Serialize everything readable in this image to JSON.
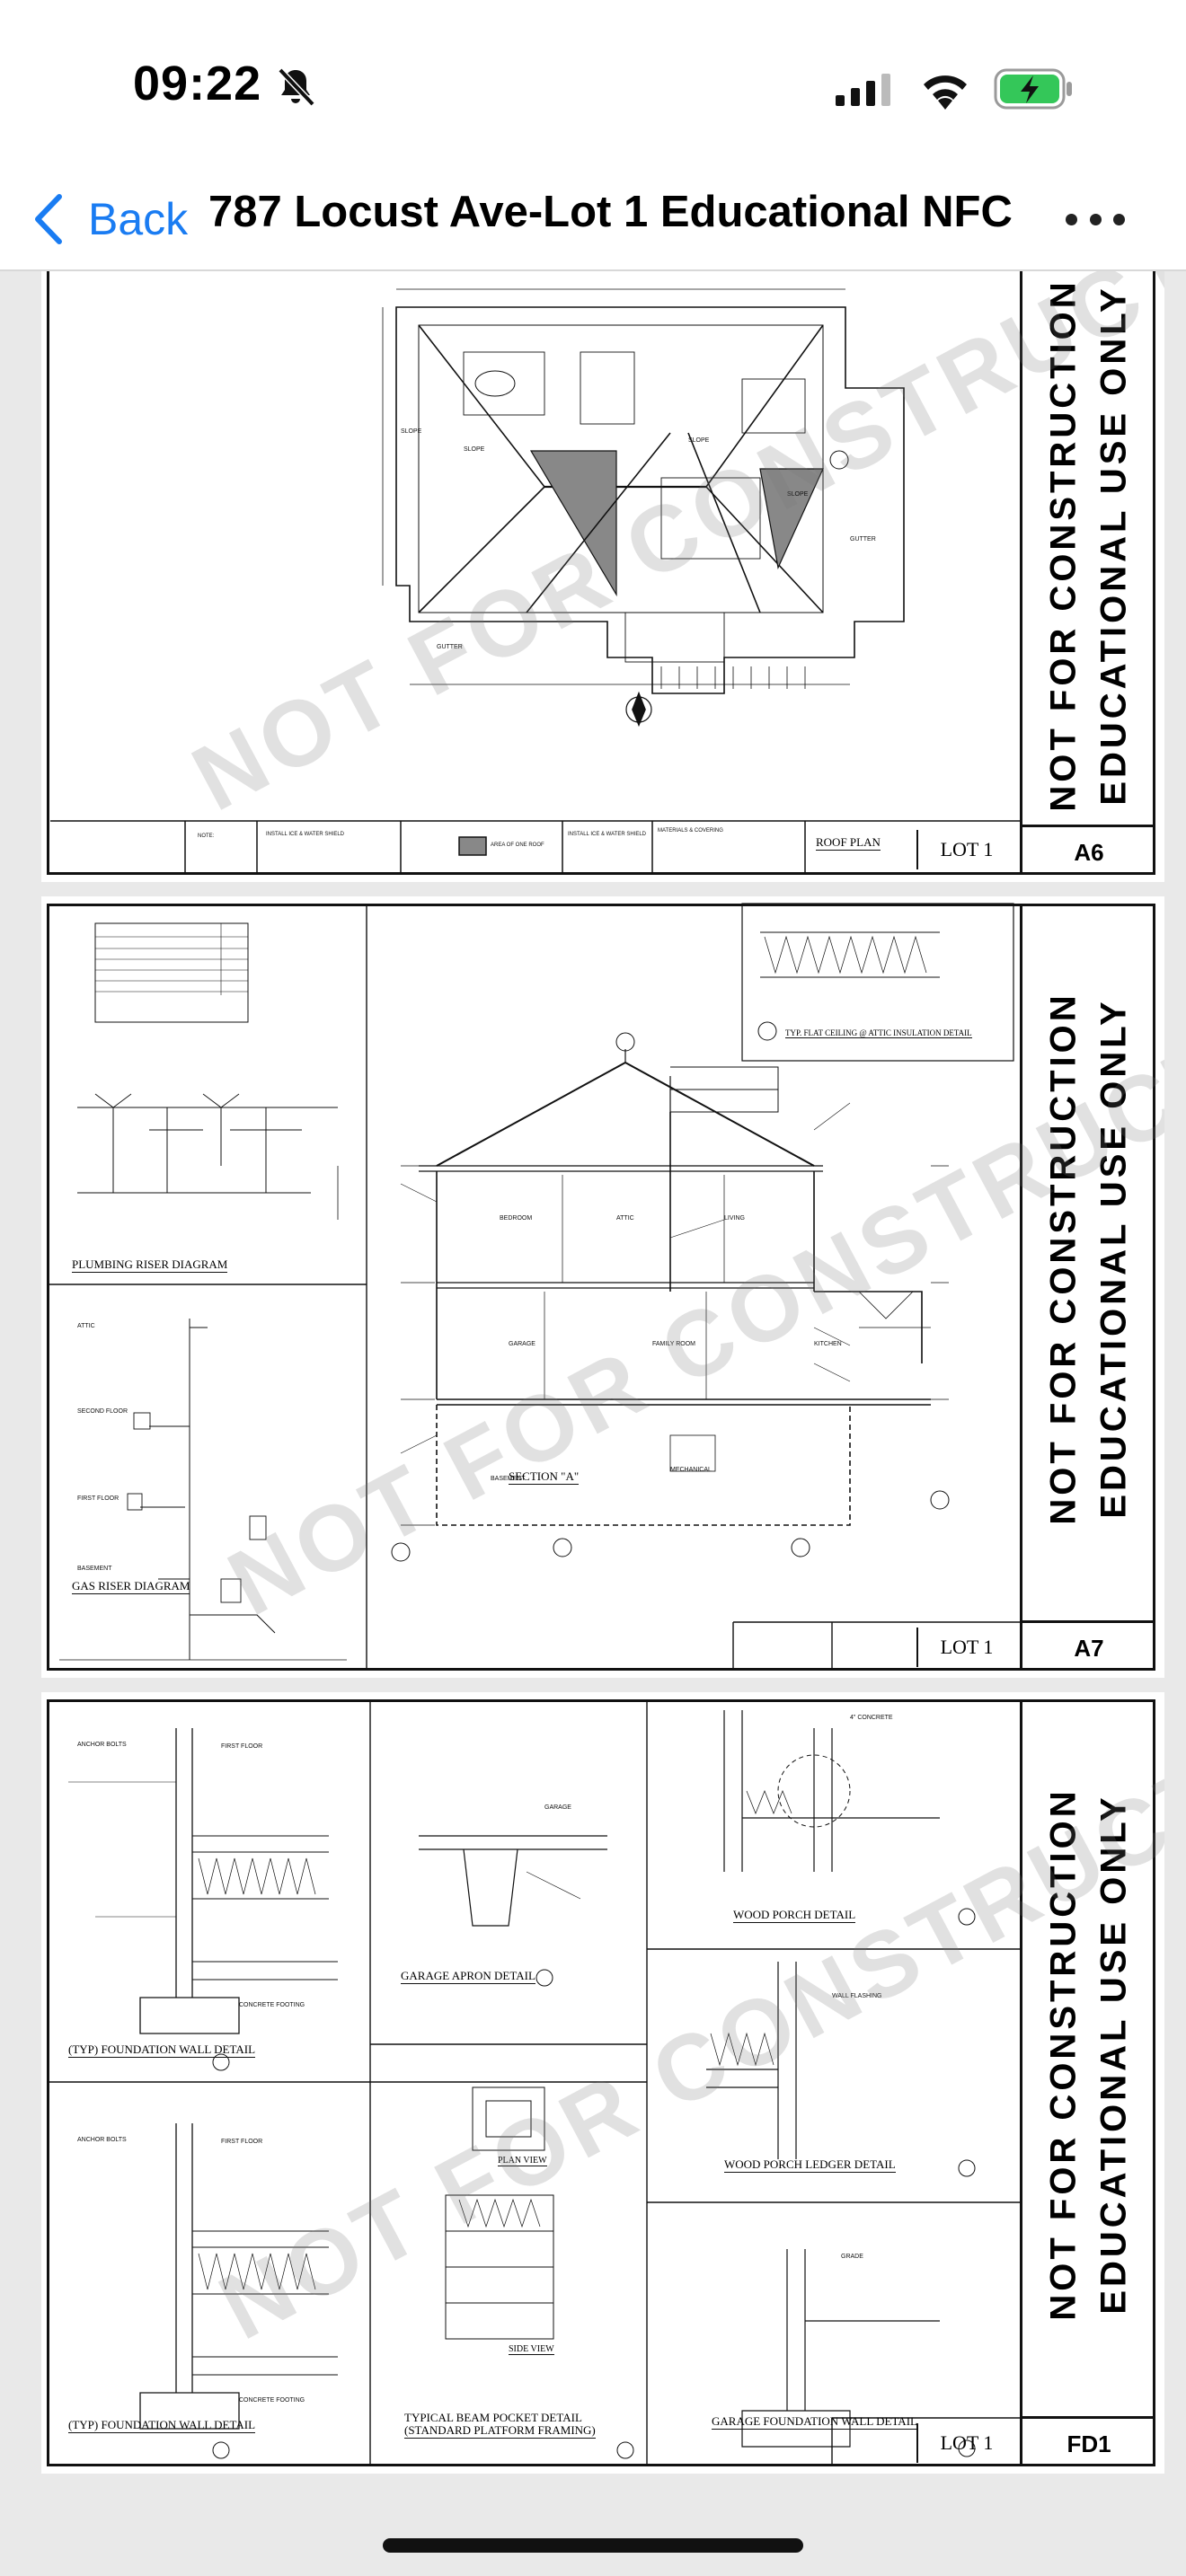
{
  "status_bar": {
    "time": "09:22"
  },
  "nav": {
    "back_label": "Back",
    "title": "787 Locust Ave-Lot 1 Educational NFC"
  },
  "watermark": "NOT FOR CONSTRUCTION",
  "sheets": [
    {
      "number": "A6",
      "lot": "LOT 1",
      "side_text_line1": "NOT FOR CONSTRUCTION",
      "side_text_line2": "EDUCATIONAL USE ONLY",
      "drawing_title": "ROOF PLAN"
    },
    {
      "number": "A7",
      "lot": "LOT 1",
      "side_text_line1": "NOT FOR CONSTRUCTION",
      "side_text_line2": "EDUCATIONAL USE ONLY",
      "drawing_titles": [
        "PLUMBING RISER DIAGRAM",
        "GAS RISER DIAGRAM",
        "SECTION \"A\"",
        "TYP. FLAT CEILING @ ATTIC INSULATION DETAIL"
      ]
    },
    {
      "number": "FD1",
      "lot": "LOT 1",
      "side_text_line1": "NOT FOR CONSTRUCTION",
      "side_text_line2": "EDUCATIONAL USE ONLY",
      "drawing_titles": [
        "(TYP) FOUNDATION WALL DETAIL",
        "GARAGE APRON DETAIL",
        "WOOD PORCH DETAIL",
        "WOOD PORCH LEDGER DETAIL",
        "(TYP) FOUNDATION WALL DETAIL",
        "TYPICAL BEAM POCKET DETAIL",
        "(STANDARD PLATFORM FRAMING)",
        "PLAN VIEW",
        "SIDE VIEW",
        "GARAGE FOUNDATION WALL DETAIL"
      ]
    }
  ]
}
